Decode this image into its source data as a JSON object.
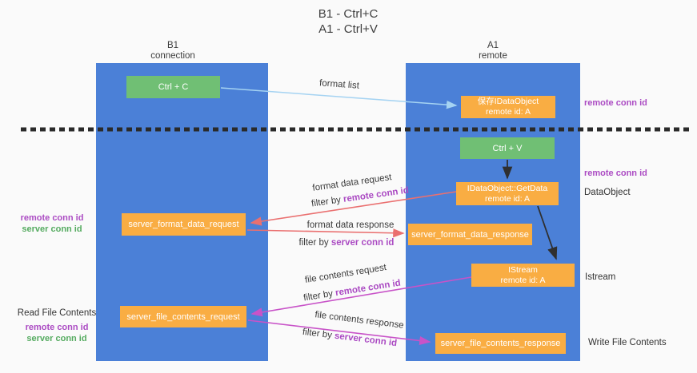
{
  "title": {
    "line1": "B1 - Ctrl+C",
    "line2": "A1 - Ctrl+V"
  },
  "columns": {
    "left": {
      "name": "B1",
      "role": "connection"
    },
    "right": {
      "name": "A1",
      "role": "remote"
    }
  },
  "boxes": {
    "ctrl_c": "Ctrl + C",
    "ctrl_v": "Ctrl + V",
    "save_dataobject": {
      "line1": "保存IDataObject",
      "line2": "remote id: A"
    },
    "getdata": {
      "line1": "IDataObject::GetData",
      "line2": "remote id: A"
    },
    "istream": {
      "line1": "IStream",
      "line2": "remote id: A"
    },
    "server_format_data_request": "server_format_data_request",
    "server_format_data_response": "server_format_data_response",
    "server_file_contents_request": "server_file_contents_request",
    "server_file_contents_response": "server_file_contents_response"
  },
  "arrow_labels": {
    "format_list": "format list",
    "format_data_request": "format data request",
    "filter_remote_1": {
      "prefix": "filter by ",
      "value": "remote conn id"
    },
    "format_data_response": "format data response",
    "filter_server_1": {
      "prefix": "filter by ",
      "value": "server conn id"
    },
    "file_contents_request": "file contents request",
    "filter_remote_2": {
      "prefix": "filter by ",
      "value": "remote conn id"
    },
    "file_contents_response": "file contents response",
    "filter_server_2": {
      "prefix": "filter by ",
      "value": "server conn id"
    }
  },
  "side_labels": {
    "right_remote_conn_1": "remote conn id",
    "right_remote_conn_2": "remote conn id",
    "right_dataobject": "DataObject",
    "right_istream": "Istream",
    "right_write_file": "Write File Contents",
    "left_remote_conn_1": "remote conn id",
    "left_server_conn_1": "server conn id",
    "left_read_file": "Read File Contents",
    "left_remote_conn_2": "remote conn id",
    "left_server_conn_2": "server conn id"
  },
  "colors": {
    "background": "#fafafa",
    "column_blue": "#4b80d7",
    "box_green": "#70bf74",
    "box_orange": "#f9ad43",
    "label_purple": "#ab4bc3",
    "label_green": "#55ab60",
    "arrow_red": "#ea7070",
    "arrow_magenta": "#c853c8",
    "arrow_lightblue": "#a5d3f2",
    "arrow_black": "#2f2f2f",
    "dashed_line": "#2a2a2a"
  }
}
